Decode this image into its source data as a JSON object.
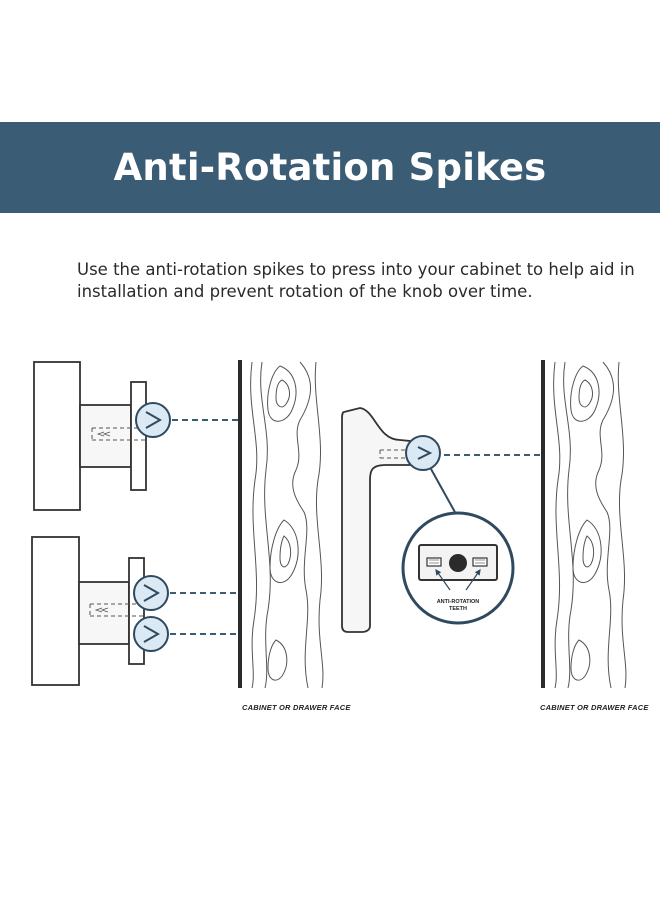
{
  "banner": {
    "title": "Anti-Rotation Spikes",
    "background_color": "#3b5c75"
  },
  "description": {
    "text": "Use the anti-rotation spikes to press into your cabinet to help aid in installation and prevent rotation of the knob over time."
  },
  "diagram": {
    "left_face_label": "CABINET OR DRAWER FACE",
    "right_face_label": "CABINET OR DRAWER FACE",
    "callout_label_line1": "ANTI-ROTATION",
    "callout_label_line2": "TEETH",
    "highlight_color": "#dbe9f4",
    "outline_color": "#2f4a5f"
  }
}
